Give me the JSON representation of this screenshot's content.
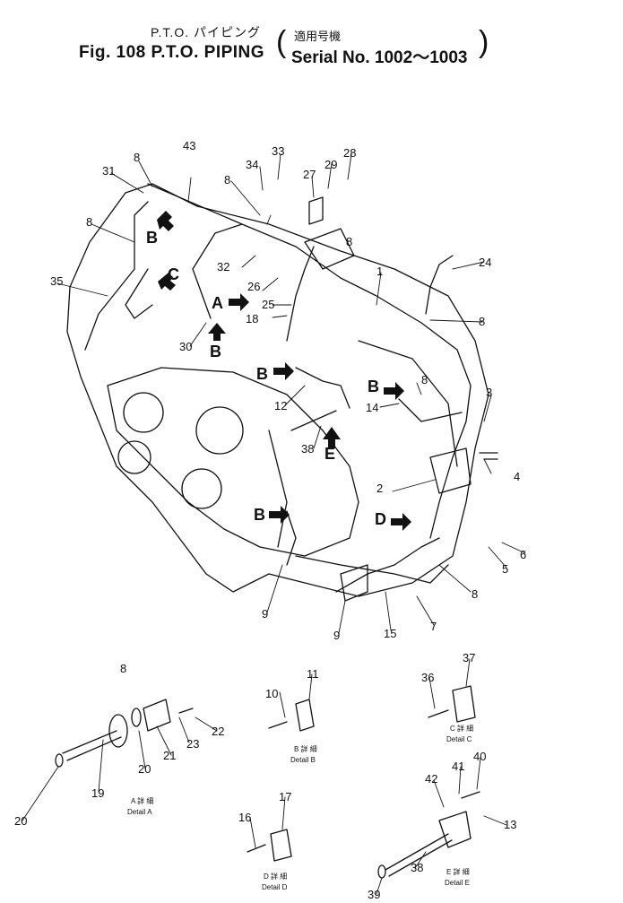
{
  "header": {
    "jp_line": "P.T.O. パイピング",
    "en_line": "Fig. 108 P.T.O. PIPING",
    "serial_jp": "適用号機",
    "serial": "Serial No. 1002～1003",
    "paren_open": "(",
    "paren_close": ")"
  },
  "callouts": [
    "1",
    "2",
    "3",
    "4",
    "5",
    "6",
    "7",
    "8",
    "9",
    "10",
    "11",
    "12",
    "13",
    "14",
    "15",
    "16",
    "17",
    "18",
    "19",
    "20",
    "21",
    "22",
    "23",
    "24",
    "25",
    "26",
    "27",
    "28",
    "29",
    "30",
    "31",
    "32",
    "33",
    "34",
    "35",
    "36",
    "37",
    "38",
    "39",
    "40",
    "41",
    "42",
    "43"
  ],
  "arrow_letters": [
    "A",
    "B",
    "C",
    "D",
    "E"
  ],
  "details": {
    "a": {
      "jp": "A 詳 細",
      "en": "Detail A"
    },
    "b": {
      "jp": "B 詳 細",
      "en": "Detail B"
    },
    "c": {
      "jp": "C 詳 細",
      "en": "Detail C"
    },
    "d": {
      "jp": "D 詳 細",
      "en": "Detail D"
    },
    "e": {
      "jp": "E 詳 細",
      "en": "Detail E"
    }
  }
}
